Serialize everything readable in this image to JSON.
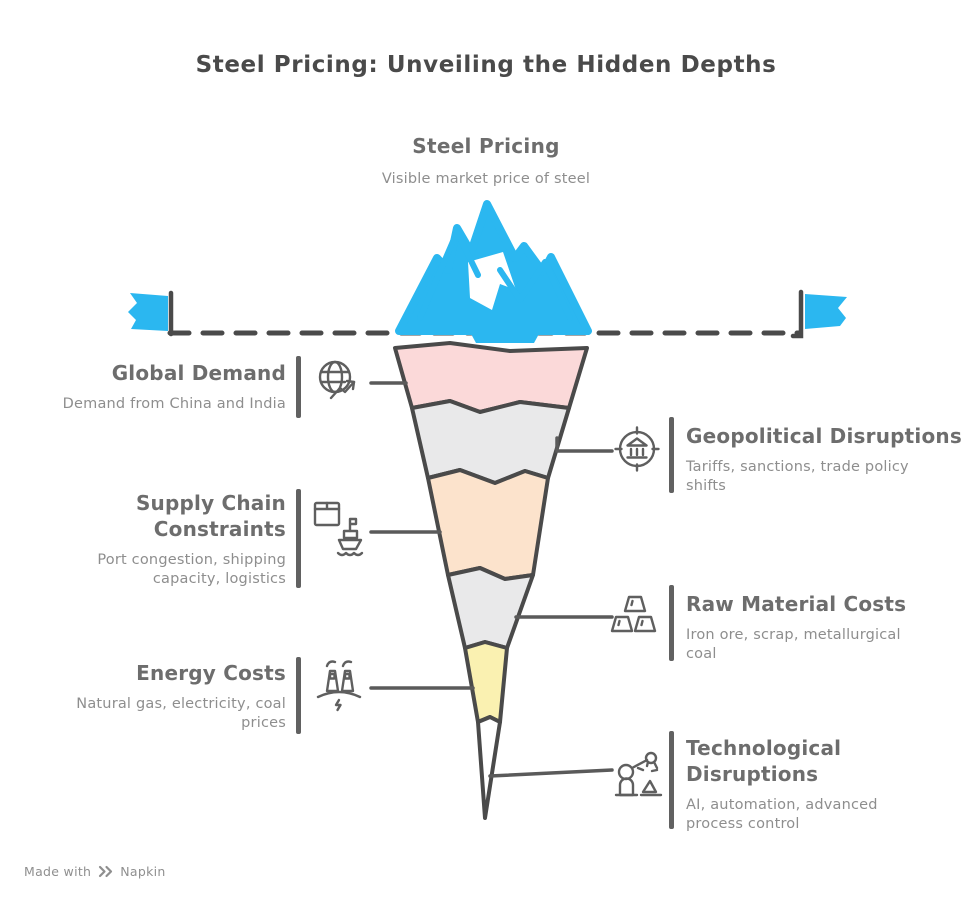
{
  "title": "Steel Pricing: Unveiling the Hidden Depths",
  "surface": {
    "label": "Steel Pricing",
    "description": "Visible market price of steel"
  },
  "sections": {
    "global_demand": {
      "heading": "Global Demand",
      "description": "Demand from China and India"
    },
    "geopolitical": {
      "heading": "Geopolitical Disruptions",
      "description": "Tariffs, sanctions, trade policy shifts"
    },
    "supply_chain": {
      "heading": "Supply Chain Constraints",
      "description": "Port congestion, shipping capacity, logistics"
    },
    "raw_material": {
      "heading": "Raw Material Costs",
      "description": "Iron ore, scrap, metallurgical coal"
    },
    "energy": {
      "heading": "Energy Costs",
      "description": "Natural gas, electricity, coal prices"
    },
    "technological": {
      "heading": "Technological Disruptions",
      "description": "AI, automation, advanced process control"
    }
  },
  "icons": {
    "global_demand": "globe-trend-icon",
    "geopolitical": "bank-target-icon",
    "supply_chain": "cargo-ship-icon",
    "raw_material": "ingots-icon",
    "energy": "power-plant-icon",
    "technological": "robot-arm-icon"
  },
  "footer": {
    "made_with": "Made with",
    "brand": "Napkin"
  },
  "colors": {
    "iceberg_tip": "#2BB7F0",
    "layer_pink": "#FBD9D9",
    "layer_gray_1": "#E9E9EA",
    "layer_peach": "#FCE3CC",
    "layer_gray_2": "#E9E9EA",
    "layer_yellow": "#FAF1B1",
    "layer_white": "#FFFFFF",
    "outline": "#4A4A4A",
    "title_text": "#4A4A4A",
    "heading_text": "#6D6D6D",
    "body_text": "#8E8E8E"
  }
}
